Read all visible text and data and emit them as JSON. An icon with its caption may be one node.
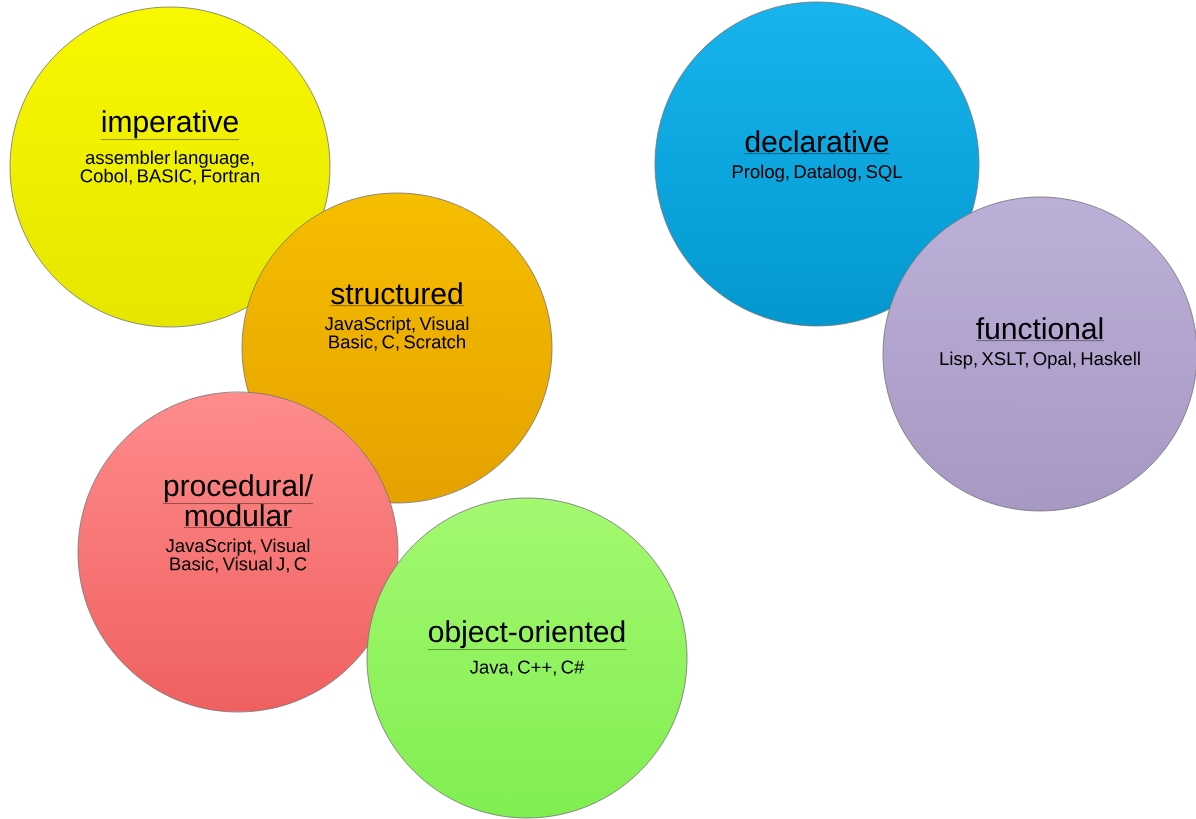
{
  "diagram": {
    "nodes": [
      {
        "text": [
          "imperative",
          "assembler language, Cobol, BASIC, Fortran"
        ]
      },
      {
        "text": [
          "structured",
          "JavaScript, Visual Basic, C, Scratch"
        ]
      },
      {
        "text": [
          "procedural/ modular",
          "JavaScript, Visual Basic, Visual J, C"
        ]
      },
      {
        "text": [
          "object-oriented",
          "Java, C++, C#"
        ]
      },
      {
        "text": [
          "declarative",
          "Prolog, Datalog, SQL"
        ]
      },
      {
        "text": [
          "functional",
          "Lisp, XSLT, Opal, Haskell"
        ]
      }
    ]
  }
}
